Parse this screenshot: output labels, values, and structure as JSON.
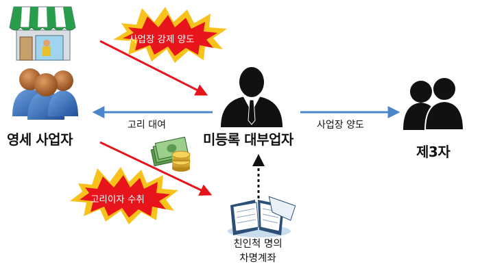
{
  "nodes": {
    "small_business": "영세 사업자",
    "lender": "미등록 대부업자",
    "third_party": "제3자",
    "accounts_line1": "친인척 명의",
    "accounts_line2": "차명계좌"
  },
  "edges": {
    "forced_transfer": "사업장 강제 양도",
    "usurious_loan": "고리 대여",
    "business_transfer": "사업장 양도",
    "interest_collection": "고리이자 수취"
  },
  "colors": {
    "red_arrow": "#e8141c",
    "blue_arrow": "#4a86c8",
    "burst_red": "#e8141c",
    "burst_yellow": "#f7c21c"
  }
}
